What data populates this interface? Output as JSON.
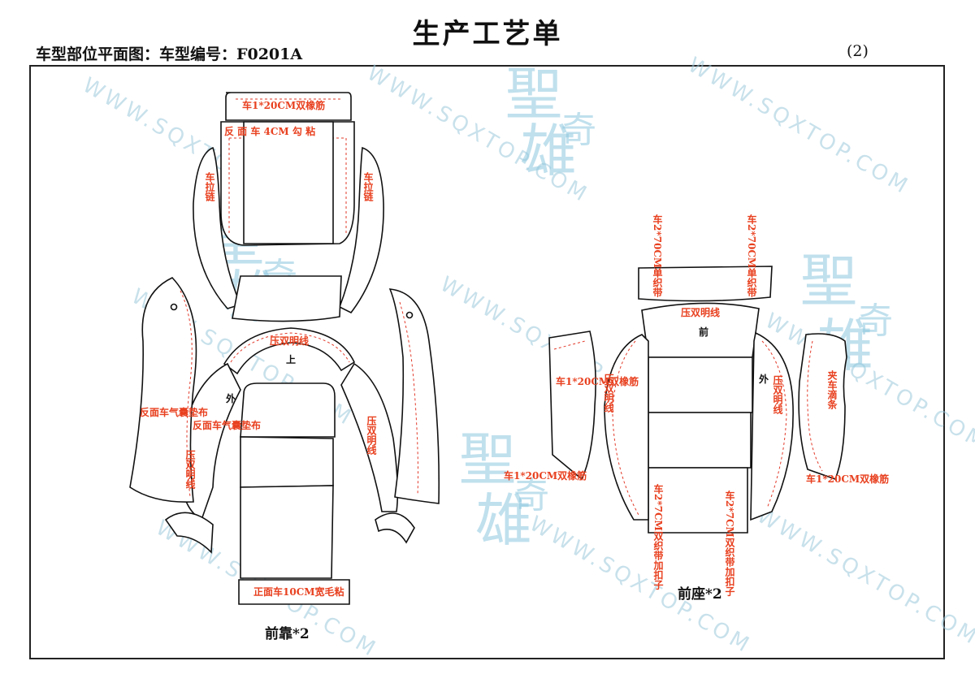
{
  "header": {
    "title": "生产工艺单",
    "subtitle": "车型部位平面图：车型编号：F0201A",
    "page_no": "(2)"
  },
  "watermark": {
    "url_text": "WWW.SQXTOP.COM",
    "logo_text_1": "聖",
    "logo_text_2": "奇",
    "logo_text_3": "雄"
  },
  "front_back": {
    "caption": "前靠*2",
    "top_strip": "车1*20CM双橡筋",
    "reverse_sew": "反 面 车 4CM 勾 粘",
    "left_zip": "车拉链",
    "right_zip": "车拉链",
    "topstitch_center": "压双明线",
    "up_mark": "上",
    "outer_mark": "外",
    "airbag_left": "反面车气囊垫布",
    "airbag_inner": "反面车气囊垫布",
    "topstitch_left": "压双明线",
    "topstitch_right": "压双明线",
    "bottom_velcro": "正面车10CM宽毛粘"
  },
  "front_seat": {
    "caption": "前座*2",
    "strap_left": "车2*70CM单织带",
    "strap_right": "车2*70CM单织带",
    "topstitch_top": "压双明线",
    "front_mark": "前",
    "outer_mark": "外",
    "elastic_left": "车1*20CM双橡筋",
    "topstitch_left": "压双明线",
    "topstitch_right": "压双明线",
    "clip_right": "夹车滴条",
    "elastic_bottom_left": "车1*20CM双橡筋",
    "elastic_bottom_right": "车1*20CM双橡筋",
    "buckle_left": "车2*7CM双织带加扣子",
    "buckle_right": "车2*7CM双织带加扣子"
  }
}
